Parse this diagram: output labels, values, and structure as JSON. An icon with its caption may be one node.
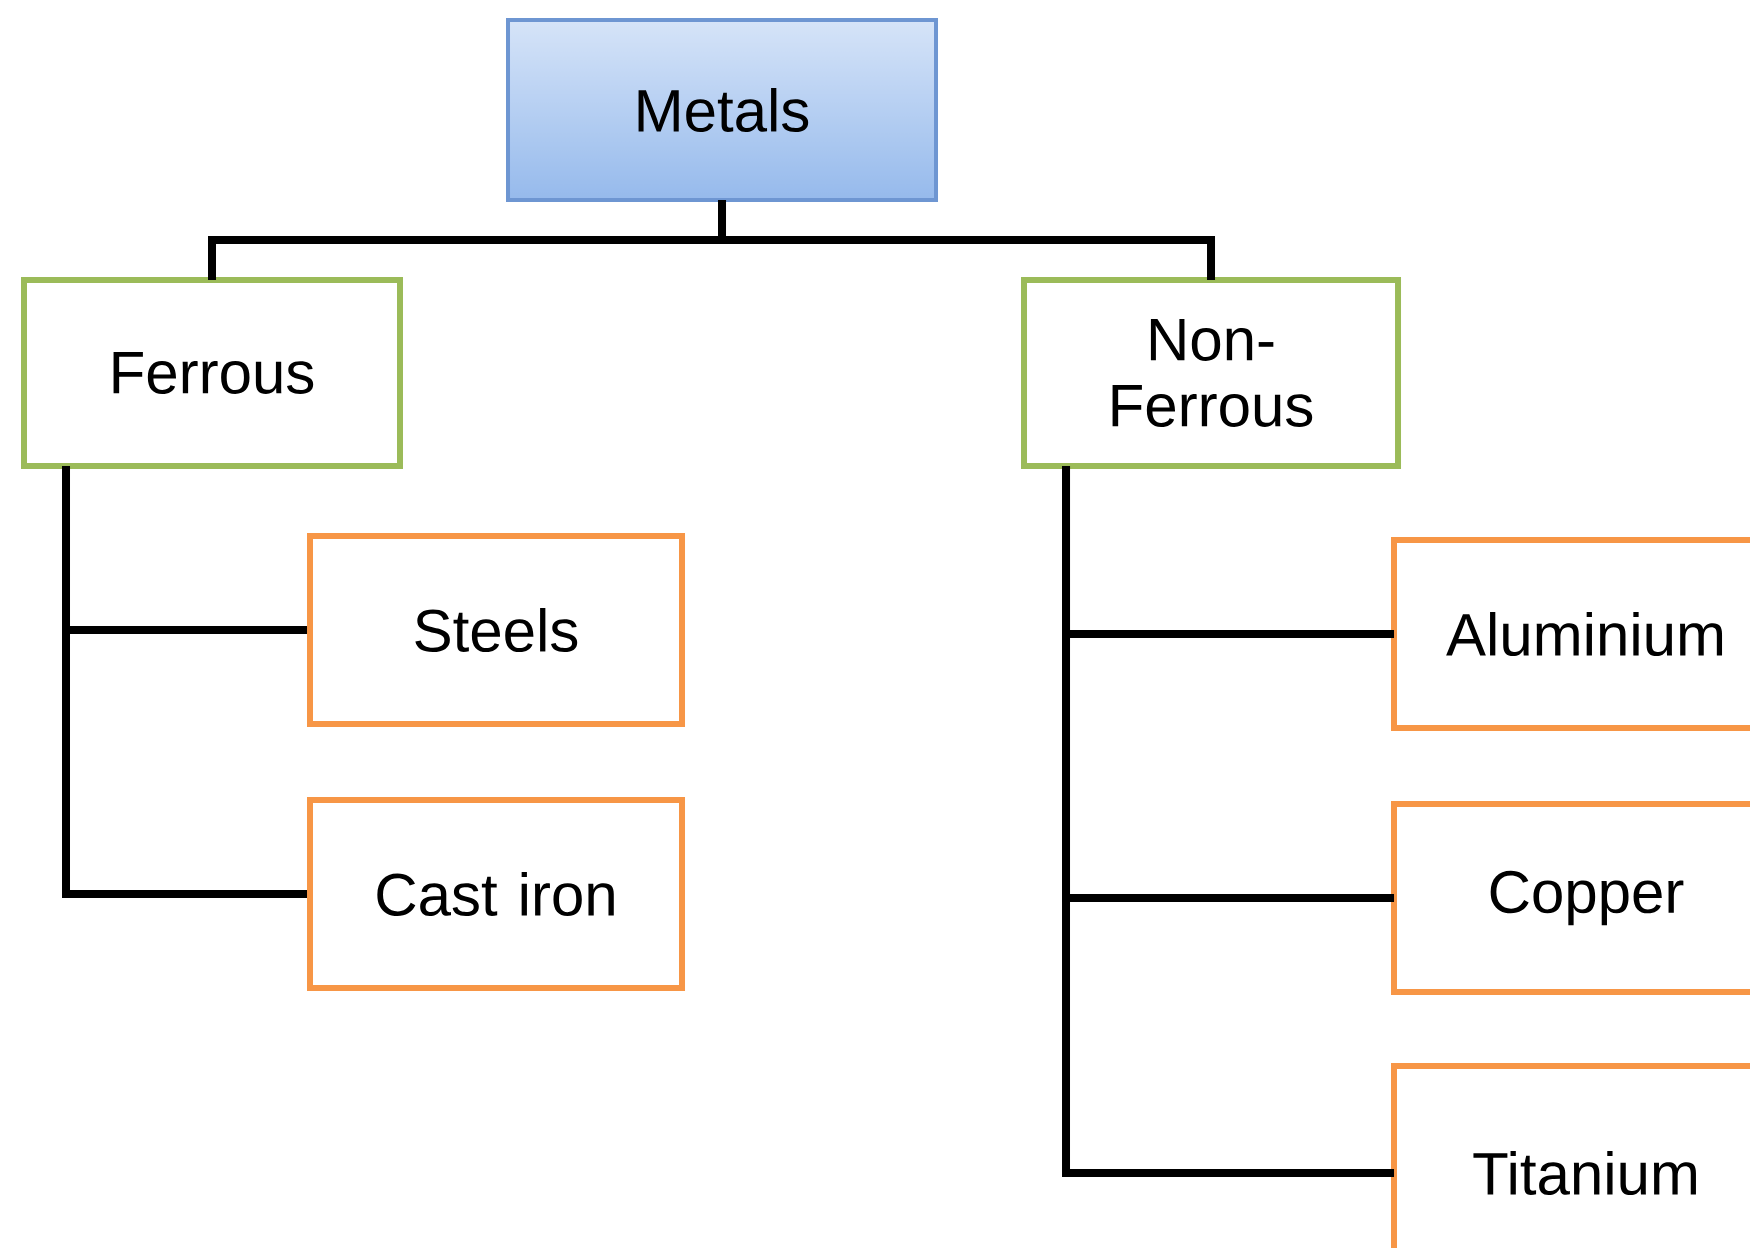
{
  "diagram": {
    "nodes": [
      {
        "text": [
          "Metals"
        ]
      },
      {
        "text": [
          "Ferrous"
        ]
      },
      {
        "text": [
          "Non- Ferrous"
        ]
      },
      {
        "text": [
          "Steels"
        ]
      },
      {
        "text": [
          "Cast iron"
        ]
      },
      {
        "text": [
          "Aluminium"
        ]
      },
      {
        "text": [
          "Copper"
        ]
      },
      {
        "text": [
          "Titanium"
        ]
      }
    ],
    "edges": [
      {
        "from": 0,
        "to": 1,
        "arrow": "none"
      },
      {
        "from": 0,
        "to": 2,
        "arrow": "none"
      },
      {
        "from": 1,
        "to": 3,
        "arrow": "none"
      },
      {
        "from": 1,
        "to": 4,
        "arrow": "none"
      },
      {
        "from": 2,
        "to": 5,
        "arrow": "none"
      },
      {
        "from": 2,
        "to": 6,
        "arrow": "none"
      },
      {
        "from": 2,
        "to": 7,
        "arrow": "none"
      }
    ]
  }
}
